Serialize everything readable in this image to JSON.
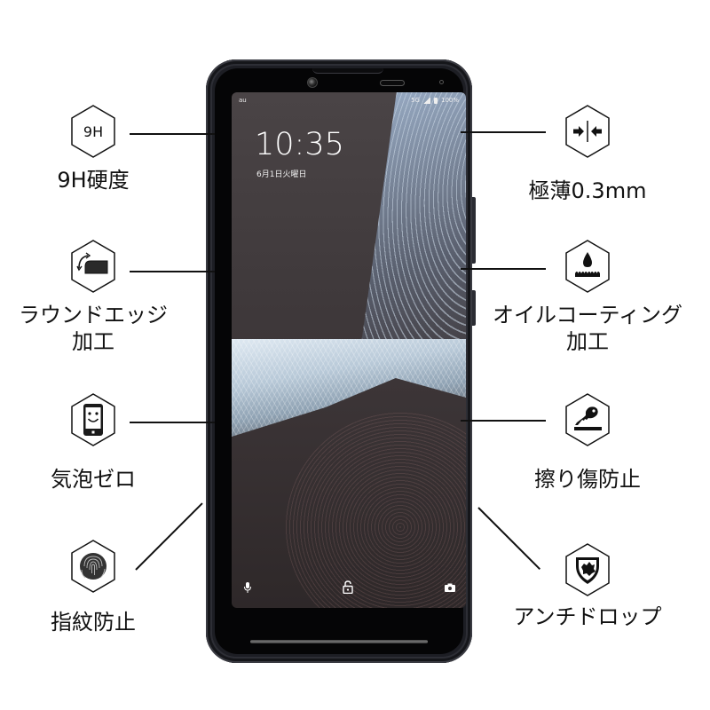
{
  "phone": {
    "status_bar": {
      "carrier": "au",
      "network": "5G",
      "battery": "100%"
    },
    "lock_screen": {
      "time": "10:35",
      "date": "6月1日火曜日",
      "bottom_icons": [
        "mic-icon",
        "lock-icon",
        "camera-icon"
      ]
    }
  },
  "features": {
    "left": [
      {
        "icon": "9h-hardness-icon",
        "icon_text": "9H",
        "label_line1": "9H硬度",
        "label_line2": ""
      },
      {
        "icon": "round-edge-icon",
        "label_line1": "ラウンドエッジ",
        "label_line2": "加工"
      },
      {
        "icon": "bubble-free-phone-icon",
        "label_line1": "気泡ゼロ",
        "label_line2": ""
      },
      {
        "icon": "fingerprint-icon",
        "label_line1": "指紋防止",
        "label_line2": ""
      }
    ],
    "right": [
      {
        "icon": "thin-arrows-icon",
        "label_line1": "極薄0.3mm",
        "label_line2": ""
      },
      {
        "icon": "oil-drop-icon",
        "label_line1": "オイルコーティング",
        "label_line2": "加工"
      },
      {
        "icon": "key-scratch-icon",
        "label_line1": "擦り傷防止",
        "label_line2": ""
      },
      {
        "icon": "shield-icon",
        "label_line1": "アンチドロップ",
        "label_line2": ""
      }
    ]
  },
  "colors": {
    "background": "#ffffff",
    "text": "#111111",
    "phone_frame": "#1d1e24",
    "screen": "#443d3f"
  }
}
